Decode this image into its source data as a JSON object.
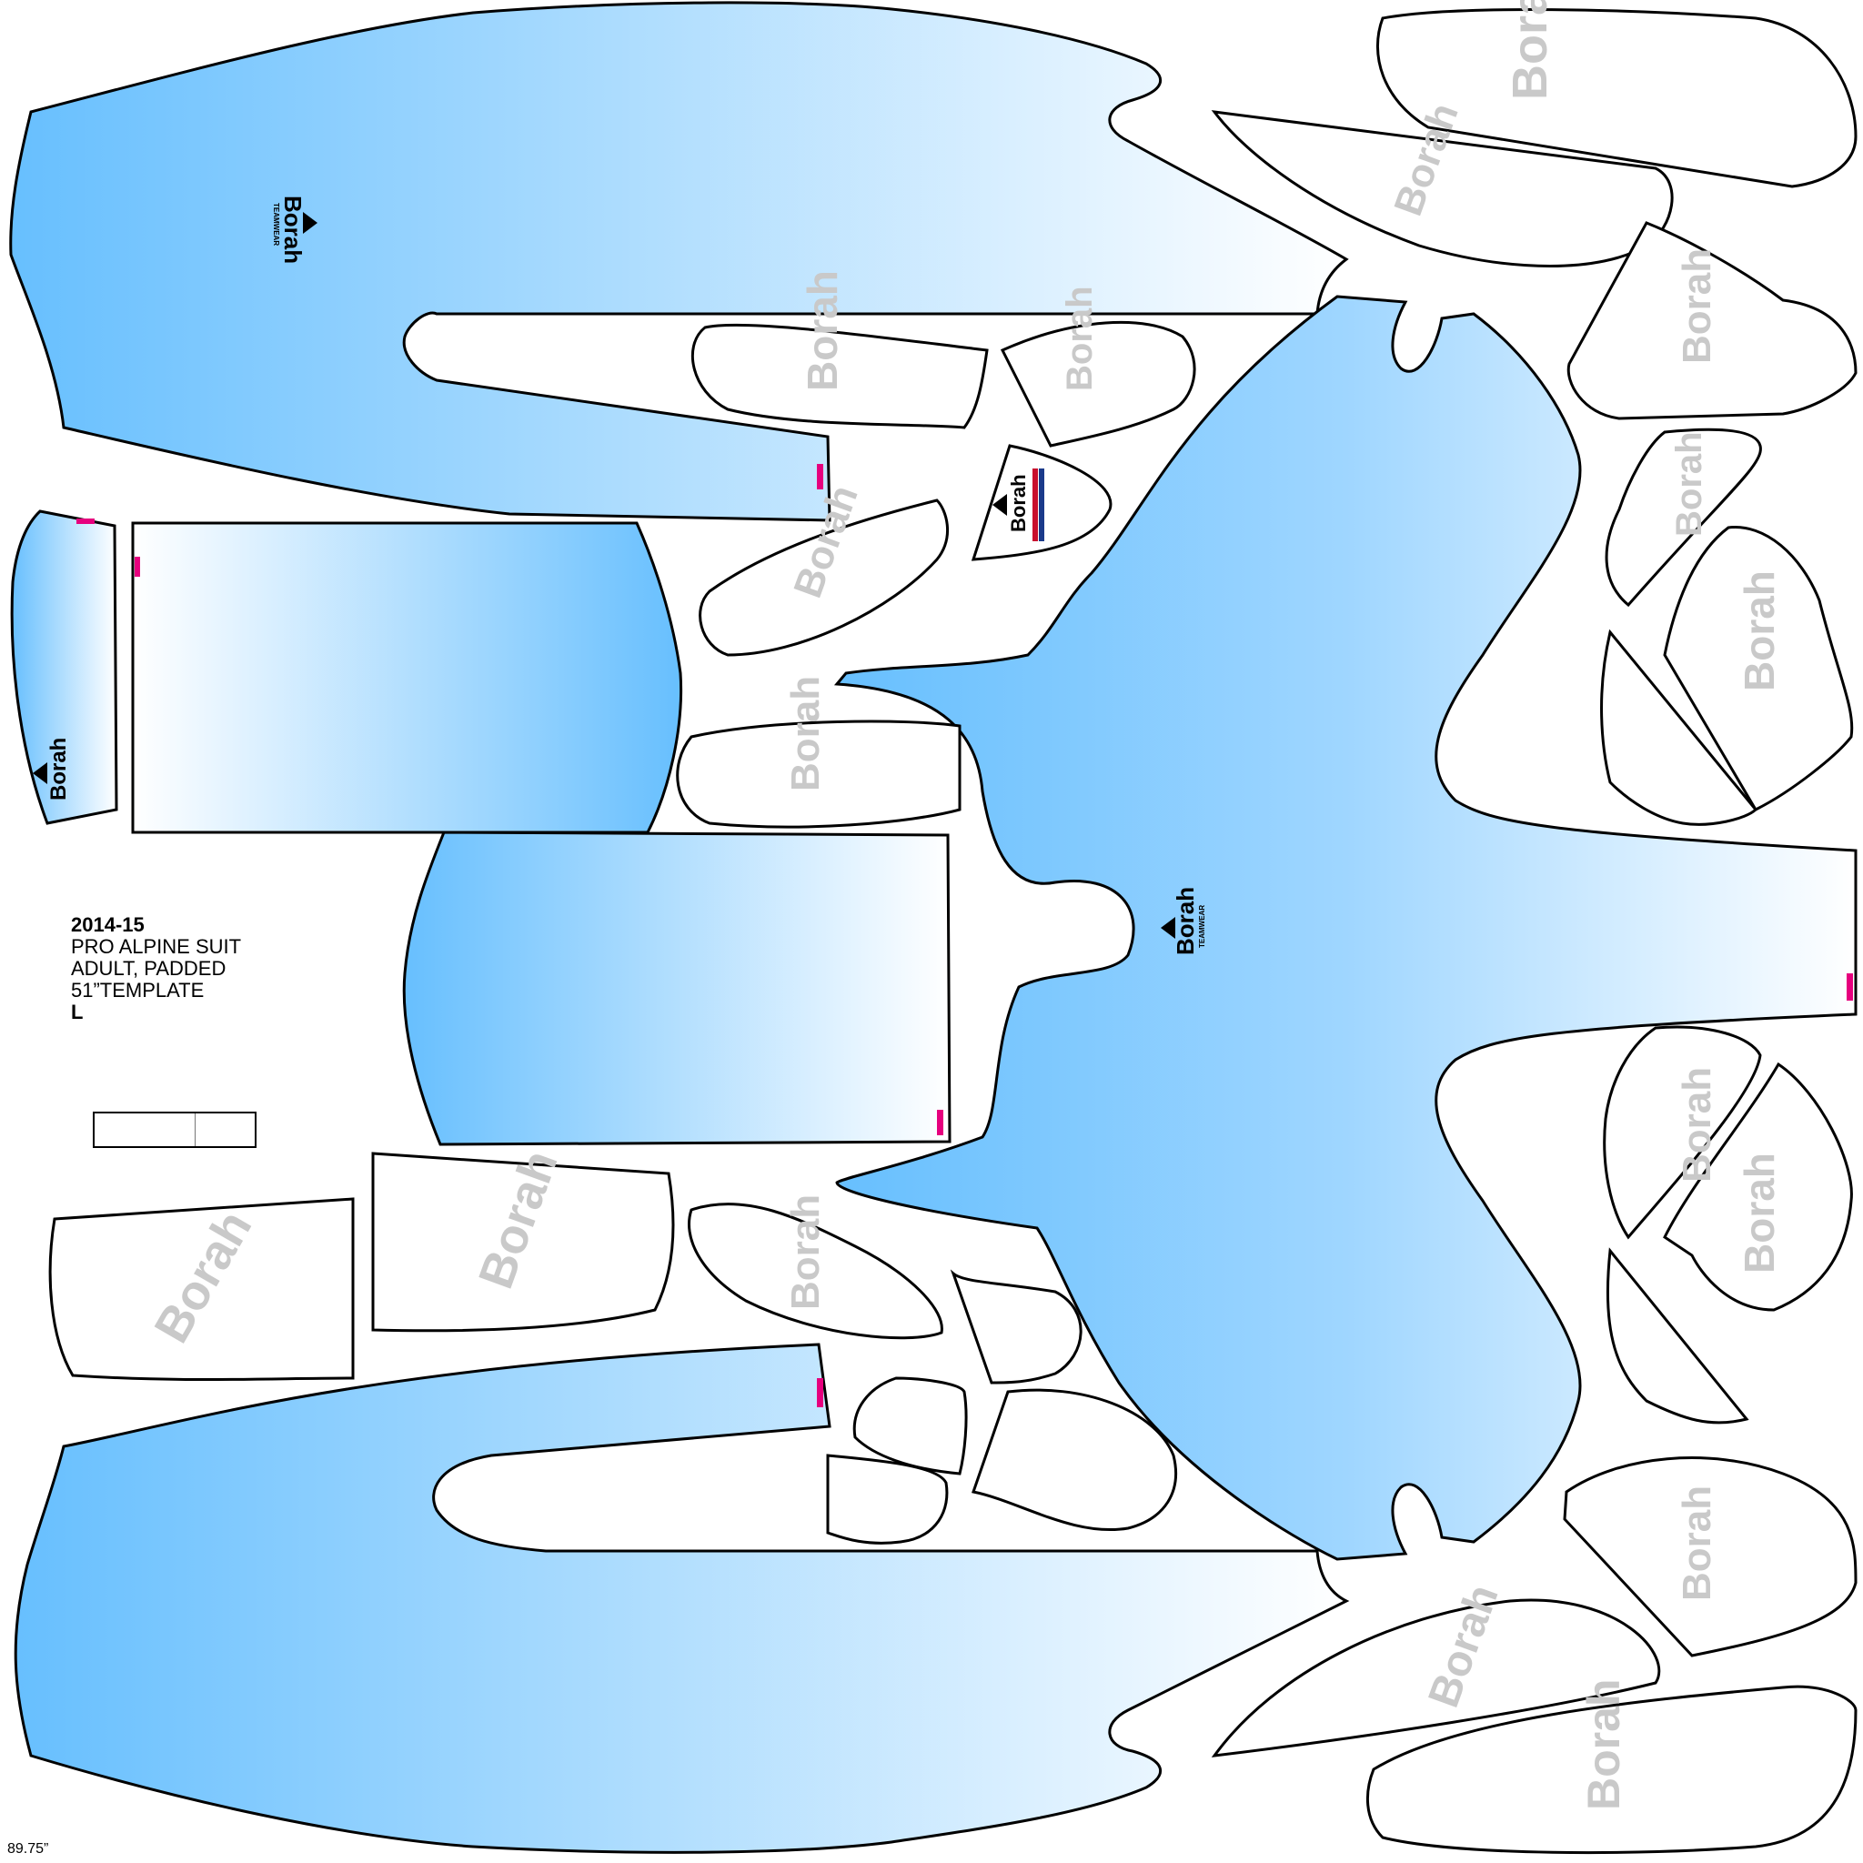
{
  "title_block": {
    "season": "2014-15",
    "line1": "PRO ALPINE SUIT",
    "line2": "ADULT, PADDED",
    "line3": "51”TEMPLATE",
    "size": "L"
  },
  "dimension_label": "89.75”",
  "brand": {
    "name": "Borah",
    "sub": "TEAMWEAR"
  },
  "colors": {
    "gradient_dark": "#67bffe",
    "gradient_light": "#ffffff",
    "outline": "#000000",
    "watermark": "#c9c9c9",
    "size_tag": "#e6007e"
  }
}
